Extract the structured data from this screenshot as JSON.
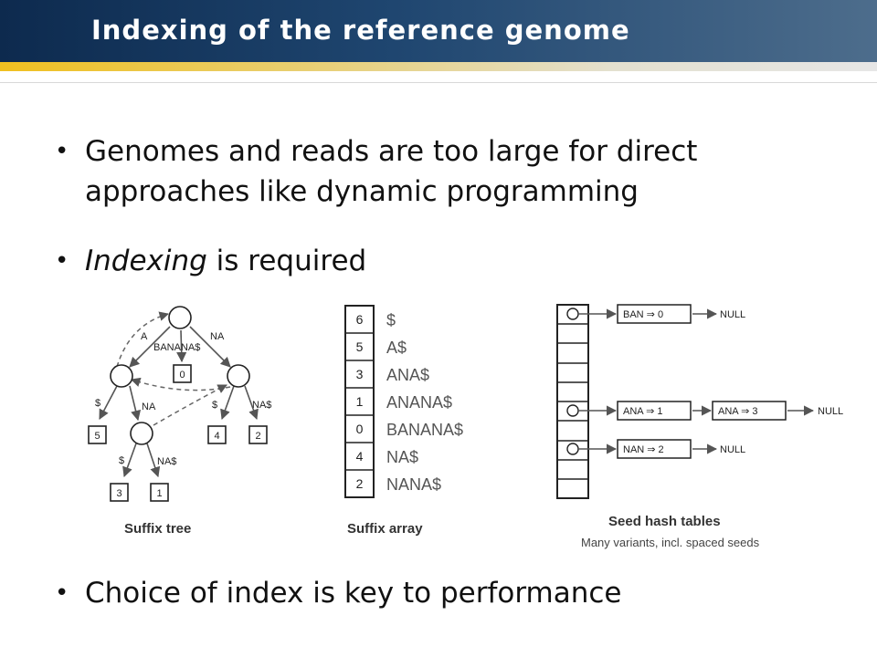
{
  "slide": {
    "title": "Indexing of the reference genome",
    "bullets": {
      "b1_line1": "Genomes and reads are too large for direct",
      "b1_line2": "approaches like dynamic programming",
      "b2_emphasis": "Indexing",
      "b2_rest": " is required",
      "b3": "Choice of index is key to performance"
    }
  },
  "suffix_tree": {
    "caption": "Suffix tree",
    "edge_labels": [
      "A",
      "BANANA$",
      "NA",
      "$",
      "NA",
      "$",
      "NA$",
      "$",
      "NA$"
    ],
    "leaves": [
      "0",
      "5",
      "4",
      "2",
      "3",
      "1"
    ]
  },
  "suffix_array": {
    "caption": "Suffix array",
    "indices": [
      "6",
      "5",
      "3",
      "1",
      "0",
      "4",
      "2"
    ],
    "suffixes": [
      "$",
      "A$",
      "ANA$",
      "ANANA$",
      "BANANA$",
      "NA$",
      "NANA$"
    ]
  },
  "hash_table": {
    "caption": "Seed hash tables",
    "subcaption": "Many variants, incl. spaced seeds",
    "entries": {
      "ban": "BAN ⇒ 0",
      "ana1": "ANA ⇒ 1",
      "ana3": "ANA ⇒ 3",
      "nan": "NAN ⇒ 2"
    },
    "null_label": "NULL"
  }
}
